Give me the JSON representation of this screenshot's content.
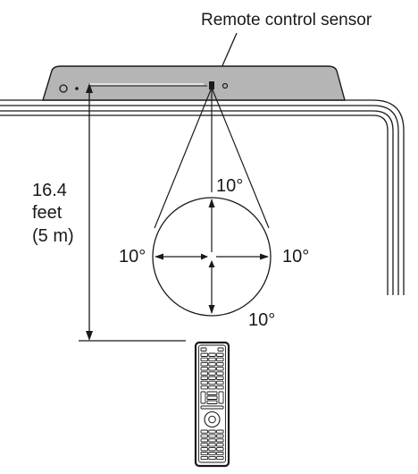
{
  "labels": {
    "sensor": "Remote control sensor",
    "distance_value": "16.4",
    "distance_unit": "feet",
    "distance_metric": "(5 m)",
    "angle_top": "10°",
    "angle_left": "10°",
    "angle_right": "10°",
    "angle_bottom": "10°"
  },
  "colors": {
    "line": "#1a1a1a",
    "sensor_bar": "#b5b5b5",
    "remote_body": "#ffffff"
  }
}
